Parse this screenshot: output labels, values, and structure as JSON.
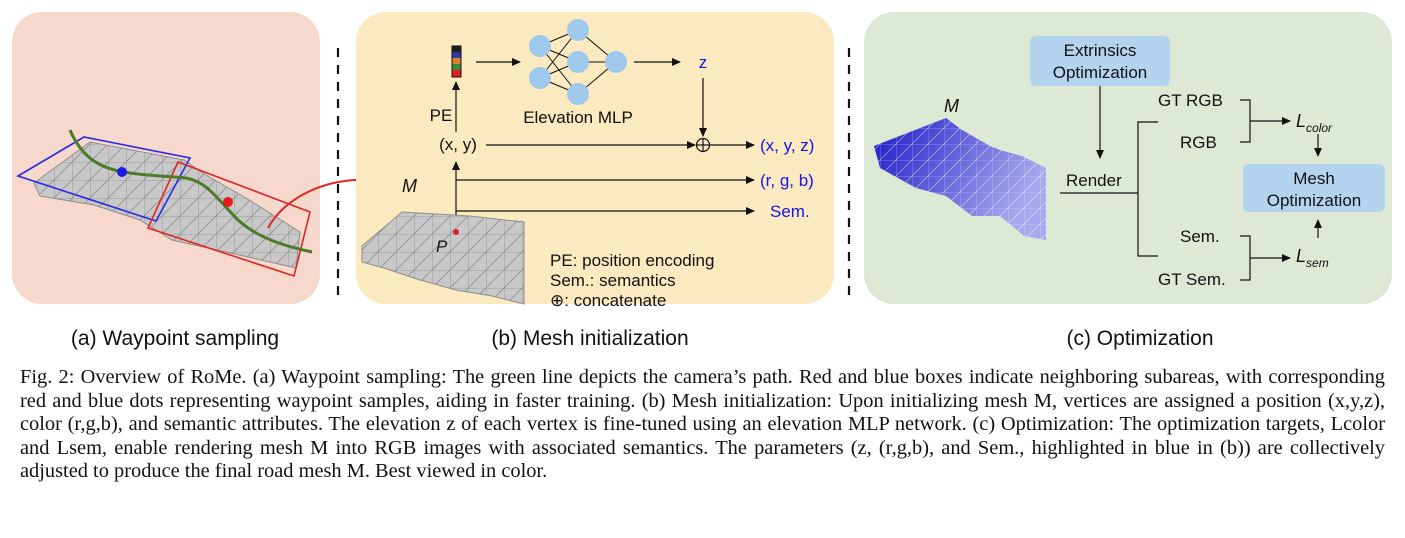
{
  "panel_a": {
    "subcaption": "(a) Waypoint sampling",
    "colors": {
      "background": "#f6d8cc",
      "path": "#4d7a2a",
      "box_blue": "#2a2ae0",
      "box_red": "#e02525"
    }
  },
  "panel_b": {
    "subcaption": "(b) Mesh initialization",
    "background": "#fbe9bf",
    "mlp_label": "Elevation MLP",
    "pe_label": "PE",
    "xy_label": "(x, y)",
    "z_label": "z",
    "out_xyz": "(x, y, z)",
    "out_rgb": "(r, g, b)",
    "out_sem": "Sem.",
    "mesh_label": "M",
    "point_label": "P",
    "legend": [
      "PE: position encoding",
      "Sem.: semantics",
      "⊕: concatenate"
    ],
    "node_color": "#9ec8ec"
  },
  "panel_c": {
    "subcaption": "(c) Optimization",
    "background": "#dde9d4",
    "extrinsics_box": [
      "Extrinsics",
      "Optimization"
    ],
    "mesh_opt_box": [
      "Mesh",
      "Optimization"
    ],
    "render_label": "Render",
    "gt_rgb": "GT RGB",
    "rgb": "RGB",
    "sem": "Sem.",
    "gt_sem": "GT Sem.",
    "loss_color": {
      "base": "L",
      "sub": "color"
    },
    "loss_sem": {
      "base": "L",
      "sub": "sem"
    },
    "mesh_label": "M",
    "box_color": "#b3d3ef"
  },
  "caption": {
    "prefix": "Fig. 2:",
    "text": "Overview of RoMe. (a) Waypoint sampling: The green line depicts the camera’s path. Red and blue boxes indicate neighboring subareas, with corresponding red and blue dots representing waypoint samples, aiding in faster training. (b) Mesh initialization: Upon initializing mesh M, vertices are assigned a position (x,y,z), color (r,g,b), and semantic attributes. The elevation z of each vertex is fine-tuned using an elevation MLP network. (c) Optimization: The optimization targets, Lcolor and Lsem, enable rendering mesh M into RGB images with associated semantics. The parameters (z, (r,g,b), and Sem., highlighted in blue in (b)) are collectively adjusted to produce the final road mesh M. Best viewed in color."
  }
}
